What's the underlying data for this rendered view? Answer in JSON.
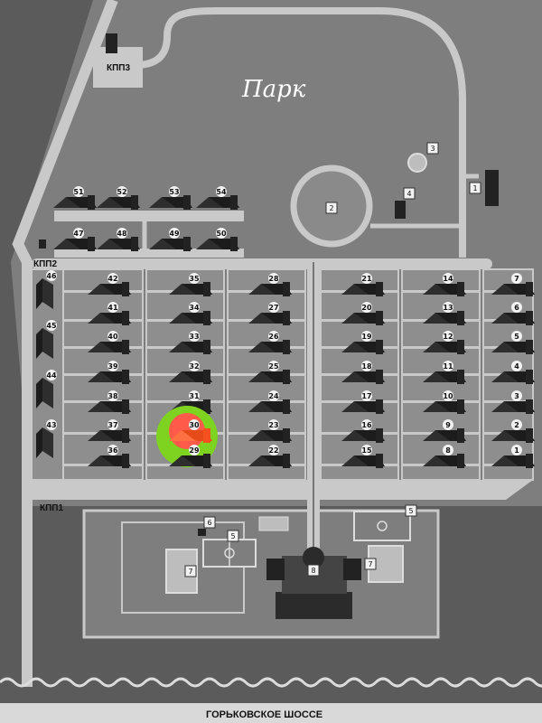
{
  "map": {
    "park_label": "Парк",
    "road_label": "ГОРЬКОВСКОЕ ШОССЕ",
    "gates": {
      "kpp1": "КПП1",
      "kpp2": "КПП2",
      "kpp3": "КПП3"
    },
    "selected_house": "30",
    "colors": {
      "background": "#5b5b5b",
      "territory": "#7e7e7e",
      "roads": "#c9c9c9",
      "park_ground": "#8a8a8a",
      "highlight_ring": "#7ed321",
      "highlight_fill": "#ff7043"
    },
    "houses": [
      {
        "n": "51",
        "d": "e"
      },
      {
        "n": "52",
        "d": "e"
      },
      {
        "n": "53",
        "d": "e"
      },
      {
        "n": "54",
        "d": "e"
      },
      {
        "n": "47",
        "d": "e"
      },
      {
        "n": "48",
        "d": "e"
      },
      {
        "n": "49",
        "d": "e"
      },
      {
        "n": "50",
        "d": "e"
      },
      {
        "n": "42",
        "d": "e"
      },
      {
        "n": "41",
        "d": "e"
      },
      {
        "n": "40",
        "d": "e"
      },
      {
        "n": "39",
        "d": "e"
      },
      {
        "n": "38",
        "d": "e"
      },
      {
        "n": "37",
        "d": "e"
      },
      {
        "n": "36",
        "d": "e"
      },
      {
        "n": "35",
        "d": "e"
      },
      {
        "n": "34",
        "d": "e"
      },
      {
        "n": "33",
        "d": "e"
      },
      {
        "n": "32",
        "d": "e"
      },
      {
        "n": "31",
        "d": "e"
      },
      {
        "n": "30",
        "d": "e"
      },
      {
        "n": "29",
        "d": "e"
      },
      {
        "n": "28",
        "d": "e"
      },
      {
        "n": "27",
        "d": "e"
      },
      {
        "n": "26",
        "d": "e"
      },
      {
        "n": "25",
        "d": "e"
      },
      {
        "n": "24",
        "d": "e"
      },
      {
        "n": "23",
        "d": "e"
      },
      {
        "n": "22",
        "d": "e"
      },
      {
        "n": "21",
        "d": "e"
      },
      {
        "n": "20",
        "d": "e"
      },
      {
        "n": "19",
        "d": "e"
      },
      {
        "n": "18",
        "d": "e"
      },
      {
        "n": "17",
        "d": "e"
      },
      {
        "n": "16",
        "d": "e"
      },
      {
        "n": "15",
        "d": "e"
      },
      {
        "n": "14",
        "d": "e"
      },
      {
        "n": "13",
        "d": "e"
      },
      {
        "n": "12",
        "d": "e"
      },
      {
        "n": "11",
        "d": "e"
      },
      {
        "n": "10",
        "d": "e"
      },
      {
        "n": "9",
        "d": "e"
      },
      {
        "n": "8",
        "d": "e"
      },
      {
        "n": "7",
        "d": "e"
      },
      {
        "n": "6",
        "d": "e"
      },
      {
        "n": "5",
        "d": "e"
      },
      {
        "n": "4",
        "d": "e"
      },
      {
        "n": "3",
        "d": "e"
      },
      {
        "n": "2",
        "d": "e"
      },
      {
        "n": "1",
        "d": "e"
      },
      {
        "n": "46",
        "d": "s"
      },
      {
        "n": "45",
        "d": "s"
      },
      {
        "n": "44",
        "d": "s"
      },
      {
        "n": "43",
        "d": "s"
      }
    ],
    "facilities": [
      {
        "n": "1"
      },
      {
        "n": "2"
      },
      {
        "n": "3"
      },
      {
        "n": "4"
      },
      {
        "n": "5"
      },
      {
        "n": "5"
      },
      {
        "n": "6"
      },
      {
        "n": "7"
      },
      {
        "n": "7"
      },
      {
        "n": "8"
      }
    ]
  }
}
